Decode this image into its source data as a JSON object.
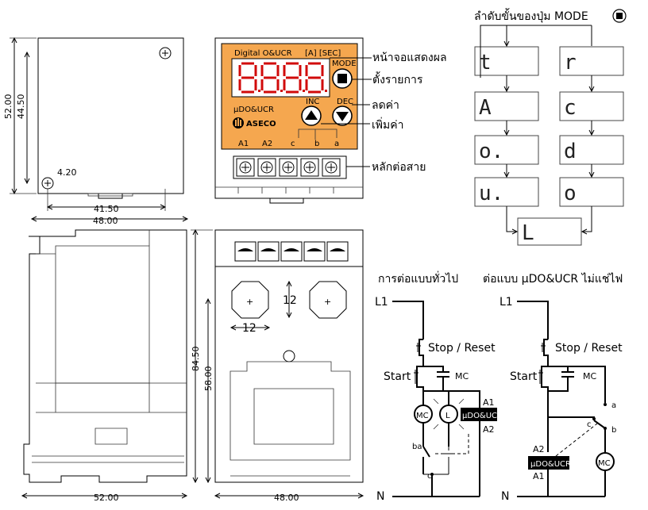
{
  "mode_sequence": {
    "title": "ลำดับขั้นของปุ่ม MODE",
    "left_column": [
      "t",
      "A",
      "o.",
      "u."
    ],
    "right_column": [
      "r",
      "c",
      "d",
      "o"
    ],
    "bottom": "L"
  },
  "panel": {
    "header": "Digital  O&UCR",
    "unit": "[A] [SEC]",
    "display": "8.8.8.8",
    "brand_model": "μDO&UCR",
    "brand": "ASECO",
    "mode": "MODE",
    "inc": "INC",
    "dec": "DEC",
    "terminals": [
      "A1",
      "A2",
      "c",
      "b",
      "a"
    ]
  },
  "callouts": {
    "display": "หน้าจอแสดงผล",
    "select": "ตั้งรายการ",
    "decrease": "ลดค่า",
    "increase": "เพิ่มค่า",
    "terminal": "หลักต่อสาย"
  },
  "dimensions": {
    "back_h1": "52.00",
    "back_h2": "44.50",
    "hole": "4.20",
    "w_inner": "41.50",
    "w_outer": "48.00",
    "side_w": "52.00",
    "bottom_w": "48.00",
    "h_total": "84.50",
    "h_inner": "58.00",
    "pitch_v": "12",
    "pitch_h": "12"
  },
  "wiring": {
    "general_title": "การต่อแบบทั่วไป",
    "no_power_title": "ต่อแบบ μDO&UCR ไม่แช่ไฟ",
    "L1": "L1",
    "N": "N",
    "stop_reset": "Stop / Reset",
    "start": "Start",
    "mc": "MC",
    "lamp": "L",
    "device": "μDO&UCR",
    "A1": "A1",
    "A2": "A2",
    "a": "a",
    "b": "b",
    "c": "c",
    "ba": "ba"
  }
}
